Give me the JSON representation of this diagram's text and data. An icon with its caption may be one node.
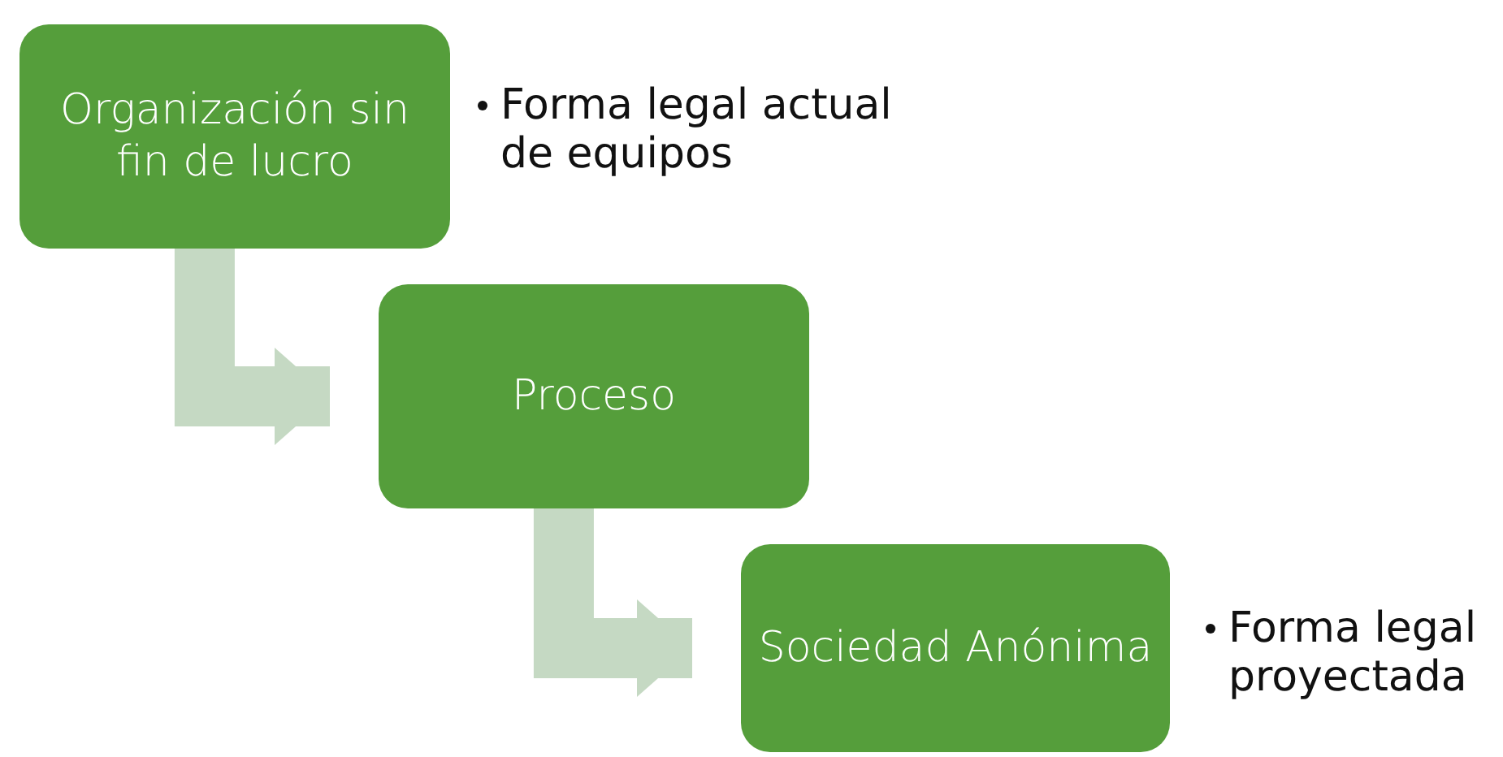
{
  "diagram": {
    "nodes": [
      {
        "text": [
          "Organización sin fin de lucro"
        ],
        "beside": [
          "Forma legal actual de equipos"
        ]
      },
      {
        "text": [
          "Proceso"
        ]
      },
      {
        "text": [
          "Sociedad Anónima"
        ],
        "beside": [
          "Forma legal proyectada"
        ]
      }
    ],
    "edges": [
      {
        "from": 0,
        "to": 1,
        "arrow": "to"
      },
      {
        "from": 1,
        "to": 2,
        "arrow": "to"
      }
    ]
  }
}
